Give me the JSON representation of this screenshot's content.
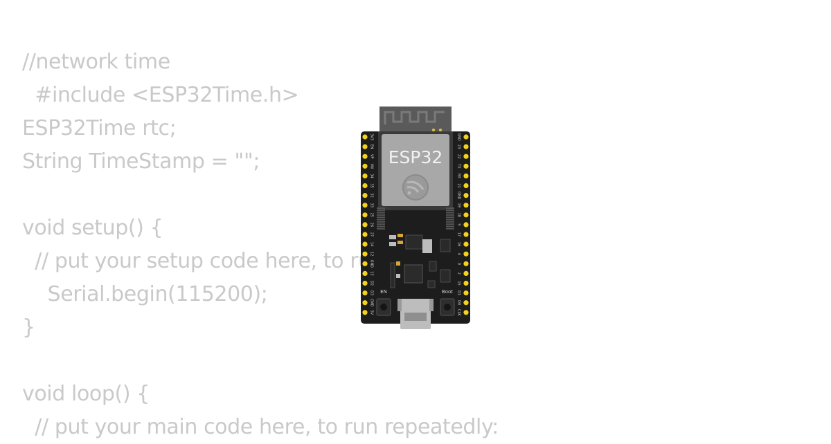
{
  "code": {
    "lines": [
      "//network time",
      "  #include <ESP32Time.h>",
      "ESP32Time rtc;",
      "String TimeStamp = \"\";",
      "",
      "void setup() {",
      "  // put your setup code here, to run once:",
      "    Serial.begin(115200);",
      "}",
      "",
      "void loop() {",
      "  // put your main code here, to run repeatedly:"
    ]
  },
  "board": {
    "chip_label": "ESP32",
    "en_label": "EN",
    "boot_label": "Boot",
    "left_pins": [
      "3V3",
      "EN",
      "VP",
      "VN",
      "34",
      "35",
      "32",
      "33",
      "25",
      "26",
      "27",
      "14",
      "12",
      "GND",
      "13",
      "D2",
      "D3",
      "CMD",
      "5V"
    ],
    "right_pins": [
      "GND",
      "23",
      "22",
      "TX",
      "RX",
      "21",
      "GND",
      "19",
      "18",
      "5",
      "17",
      "16",
      "4",
      "0",
      "2",
      "15",
      "D1",
      "D0",
      "CLK"
    ],
    "colors": {
      "pcb": "#1d1d1d",
      "module": "#a8a8a8",
      "pins": "#f3d31b",
      "code_text": "#c9c9c9"
    }
  }
}
